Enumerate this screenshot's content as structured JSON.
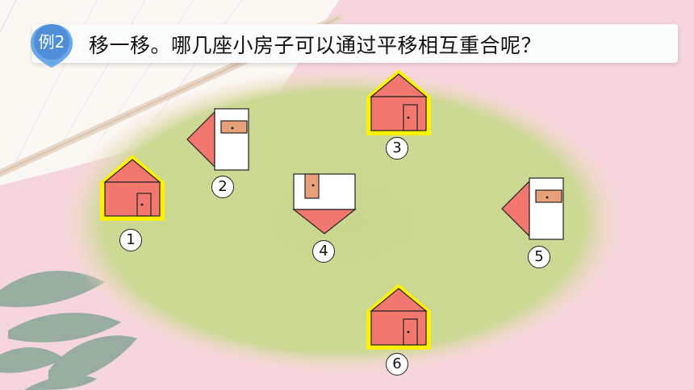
{
  "badge": {
    "label": "例2"
  },
  "title": "移一移。哪几座小房子可以通过平移相互重合呢？",
  "houses": [
    {
      "label": "1"
    },
    {
      "label": "2"
    },
    {
      "label": "3"
    },
    {
      "label": "4"
    },
    {
      "label": "5"
    },
    {
      "label": "6"
    }
  ],
  "colors": {
    "roof": "#f2776e",
    "wall": "#f2776e",
    "door": "#e8a07a",
    "highlight": "#fff200",
    "ellipse": "#c9d78e",
    "background": "#f5d5dc"
  }
}
